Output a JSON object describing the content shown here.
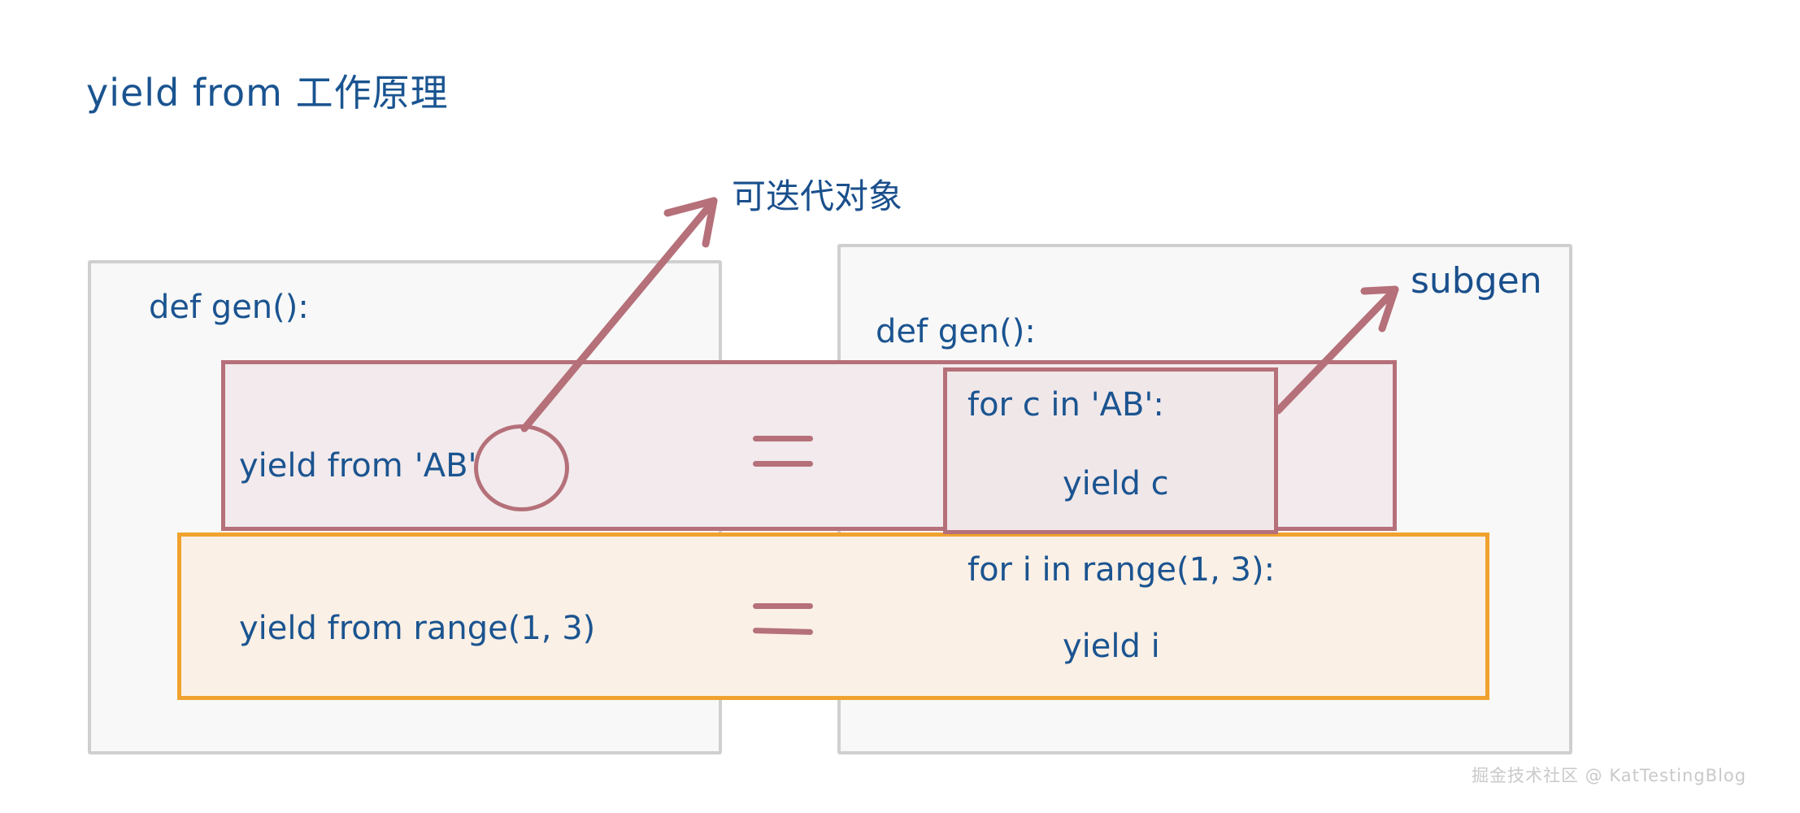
{
  "title": "yield from 工作原理",
  "colors": {
    "ink_blue": "#1a5490",
    "red_box": "#b5707a",
    "orange_box": "#f0a22e",
    "gray_panel_border": "#cfcfcf",
    "gray_panel_fill": "#f8f8f8",
    "red_fill": "#f2eaec",
    "orange_fill": "#fbf0e6",
    "watermark": "#c9c9c9"
  },
  "annotations": {
    "iterable_label": "可迭代对象",
    "subgen_label": "subgen"
  },
  "left_panel": {
    "def_line": "def gen():",
    "yield_from_prefix": "yield from",
    "circled_value": "'AB'",
    "yield_from_range": "yield from range(1, 3)"
  },
  "right_panel": {
    "def_line": "def gen():",
    "for_c_line": "for c in 'AB':",
    "yield_c_line": "yield c",
    "for_i_line": "for i in range(1, 3):",
    "yield_i_line": "yield i"
  },
  "equivalence": {
    "top_symbol": "=",
    "bottom_symbol": "="
  },
  "watermark": "掘金技术社区 @ KatTestingBlog"
}
